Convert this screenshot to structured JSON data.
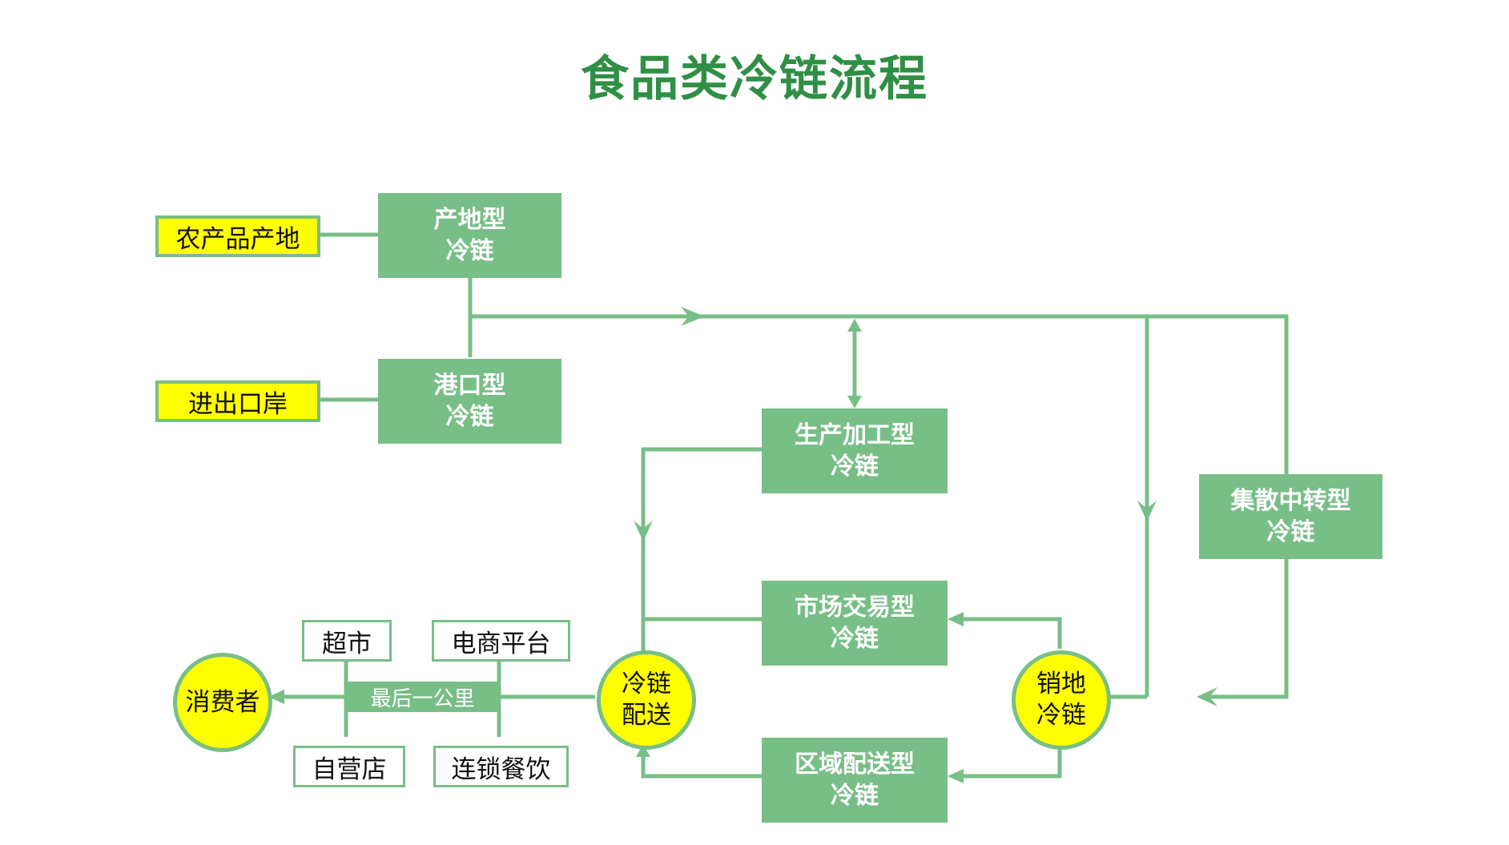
{
  "title": "食品类冷链流程",
  "colors": {
    "green": "#78be87",
    "title_green": "#2f8f45",
    "yellow": "#ffff00"
  },
  "sources": {
    "farm": "农产品产地",
    "port": "进出口岸"
  },
  "cold_chains": {
    "origin": {
      "line1": "产地型",
      "line2": "冷链"
    },
    "port": {
      "line1": "港口型",
      "line2": "冷链"
    },
    "processing": {
      "line1": "生产加工型",
      "line2": "冷链"
    },
    "hub": {
      "line1": "集散中转型",
      "line2": "冷链"
    },
    "market": {
      "line1": "市场交易型",
      "line2": "冷链"
    },
    "regional": {
      "line1": "区域配送型",
      "line2": "冷链"
    }
  },
  "nodes": {
    "distribution": {
      "line1": "冷链",
      "line2": "配送"
    },
    "destination": {
      "line1": "销地",
      "line2": "冷链"
    },
    "consumer": "消费者"
  },
  "last_mile": "最后一公里",
  "channels": {
    "supermarket": "超市",
    "ecommerce": "电商平台",
    "self_store": "自营店",
    "chain_restaurant": "连锁餐饮"
  }
}
